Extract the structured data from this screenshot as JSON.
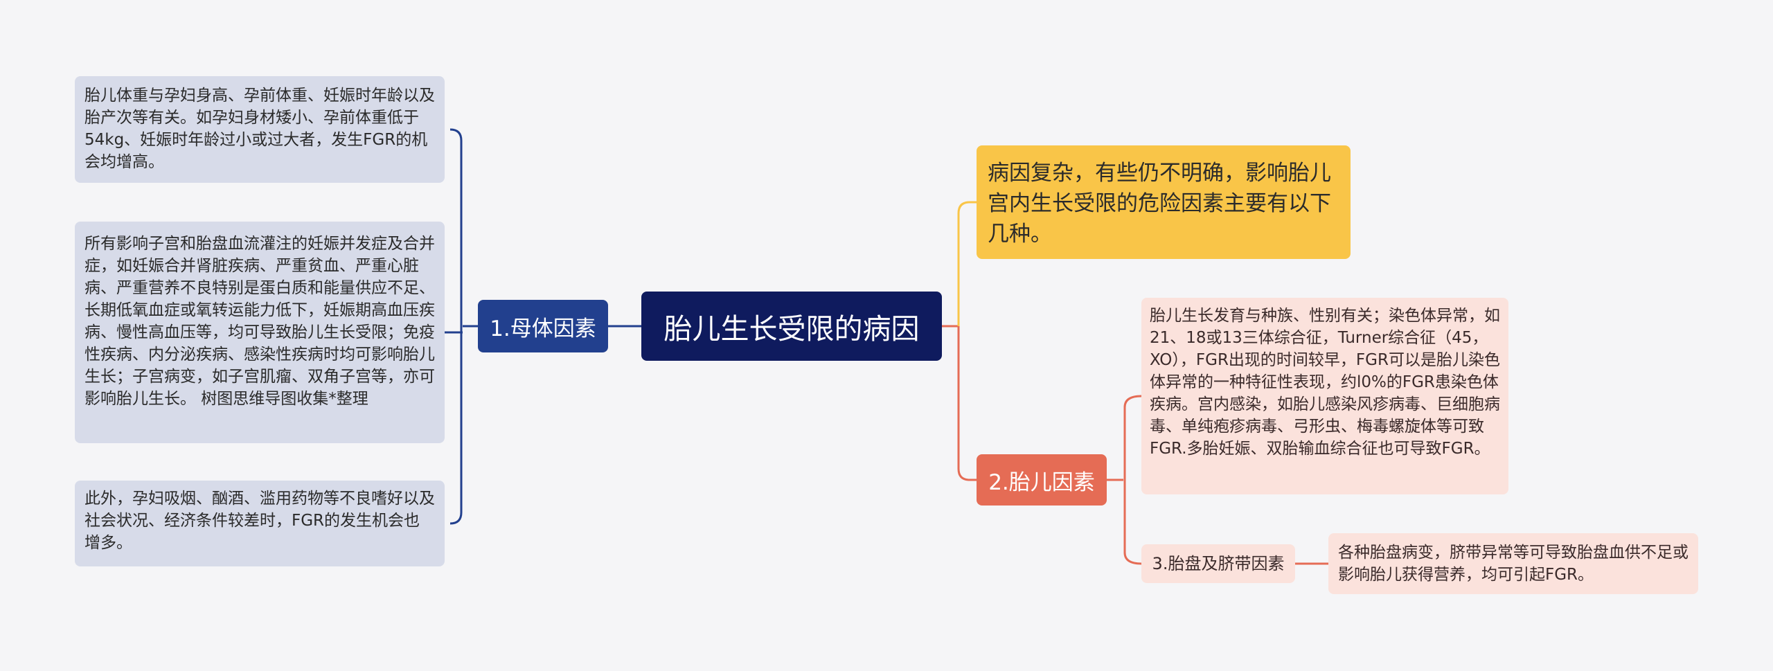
{
  "root": {
    "label": "胎儿生长受限的病因"
  },
  "summary": {
    "text": "病因复杂，有些仍不明确，影响胎儿宫内生长受限的危险因素主要有以下几种。"
  },
  "maternal": {
    "label": "1.母体因素",
    "details": [
      "胎儿体重与孕妇身高、孕前体重、妊娠时年龄以及胎产次等有关。如孕妇身材矮小、孕前体重低于54kg、妊娠时年龄过小或过大者，发生FGR的机会均增高。",
      "所有影响子宫和胎盘血流灌注的妊娠并发症及合并症，如妊娠合并肾脏疾病、严重贫血、严重心脏病、严重营养不良特别是蛋白质和能量供应不足、长期低氧血症或氧转运能力低下，妊娠期高血压疾病、慢性高血压等，均可导致胎儿生长受限；免疫性疾病、内分泌疾病、感染性疾病时均可影响胎儿生长；子宫病变，如子宫肌瘤、双角子宫等，亦可影响胎儿生长。 树图思维导图收集*整理",
      "此外，孕妇吸烟、酗酒、滥用药物等不良嗜好以及社会状况、经济条件较差时，FGR的发生机会也增多。"
    ]
  },
  "fetal": {
    "label": "2.胎儿因素",
    "detail": "胎儿生长发育与种族、性别有关；染色体异常，如21、18或13三体综合征，Turner综合征（45，XO），FGR出现的时间较早，FGR可以是胎儿染色体异常的一种特征性表现，约l0%的FGR患染色体疾病。宫内感染，如胎儿感染风疹病毒、巨细胞病毒、单纯疱疹病毒、弓形虫、梅毒螺旋体等可致FGR.多胎妊娠、双胎输血综合征也可导致FGR。",
    "sub": {
      "label": "3.胎盘及脐带因素",
      "detail": "各种胎盘病变，脐带异常等可导致胎盘血供不足或影响胎儿获得营养，均可引起FGR。"
    }
  },
  "colors": {
    "root": "#0f1b5e",
    "maternal": "#22408e",
    "fetal": "#e56c55",
    "summary": "#f9c548",
    "maternal_leaf": "#d7dbe9",
    "fetal_leaf": "#fbe2dc",
    "background": "#f5f5f7"
  }
}
